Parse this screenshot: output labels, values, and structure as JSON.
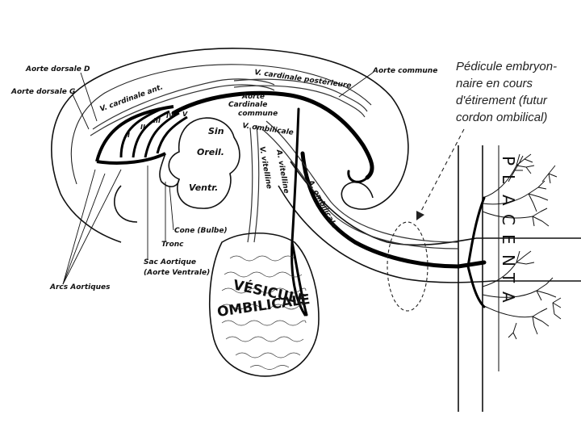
{
  "labels": {
    "aorte_dorsale_d": "Aorte dorsale D",
    "aorte_dorsale_g": "Aorte dorsale G",
    "v_cardinale_ant": "V. cardinale ant.",
    "v_cardinale_post": "V. cardinale postérieure",
    "aorte_commune_top": "Aorte commune",
    "aorte_small": "Aorte",
    "cardinale": "Cardinale",
    "commune": "commune",
    "v_ombilicale": "V. ombilicale",
    "v_vitelline": "V. vitelline",
    "a_vitelline": "A. vitelline",
    "a_ombilicale": "A. ombilicale",
    "sin": "Sin",
    "oreil": "Oreil.",
    "ventr": "Ventr.",
    "cone": "Cone (Bulbe)",
    "tronc": "Tronc",
    "sac_aortique": "Sac Aortique",
    "aorte_ventrale": "(Aorte Ventrale)",
    "arcs_aortiques": "Arcs Aortiques",
    "arch_numerals": [
      "I",
      "II",
      "III",
      "IV",
      "V"
    ],
    "vesicule": "VÉSICULE",
    "ombilicale": "OMBILICALE",
    "placenta": [
      "P",
      "L",
      "A",
      "C",
      "E",
      "N",
      "T",
      "A"
    ]
  },
  "caption": {
    "lines": [
      "Pédicule embryon-",
      "naire      en      cours",
      "d'étirement (futur",
      "cordon ombilical)"
    ]
  }
}
